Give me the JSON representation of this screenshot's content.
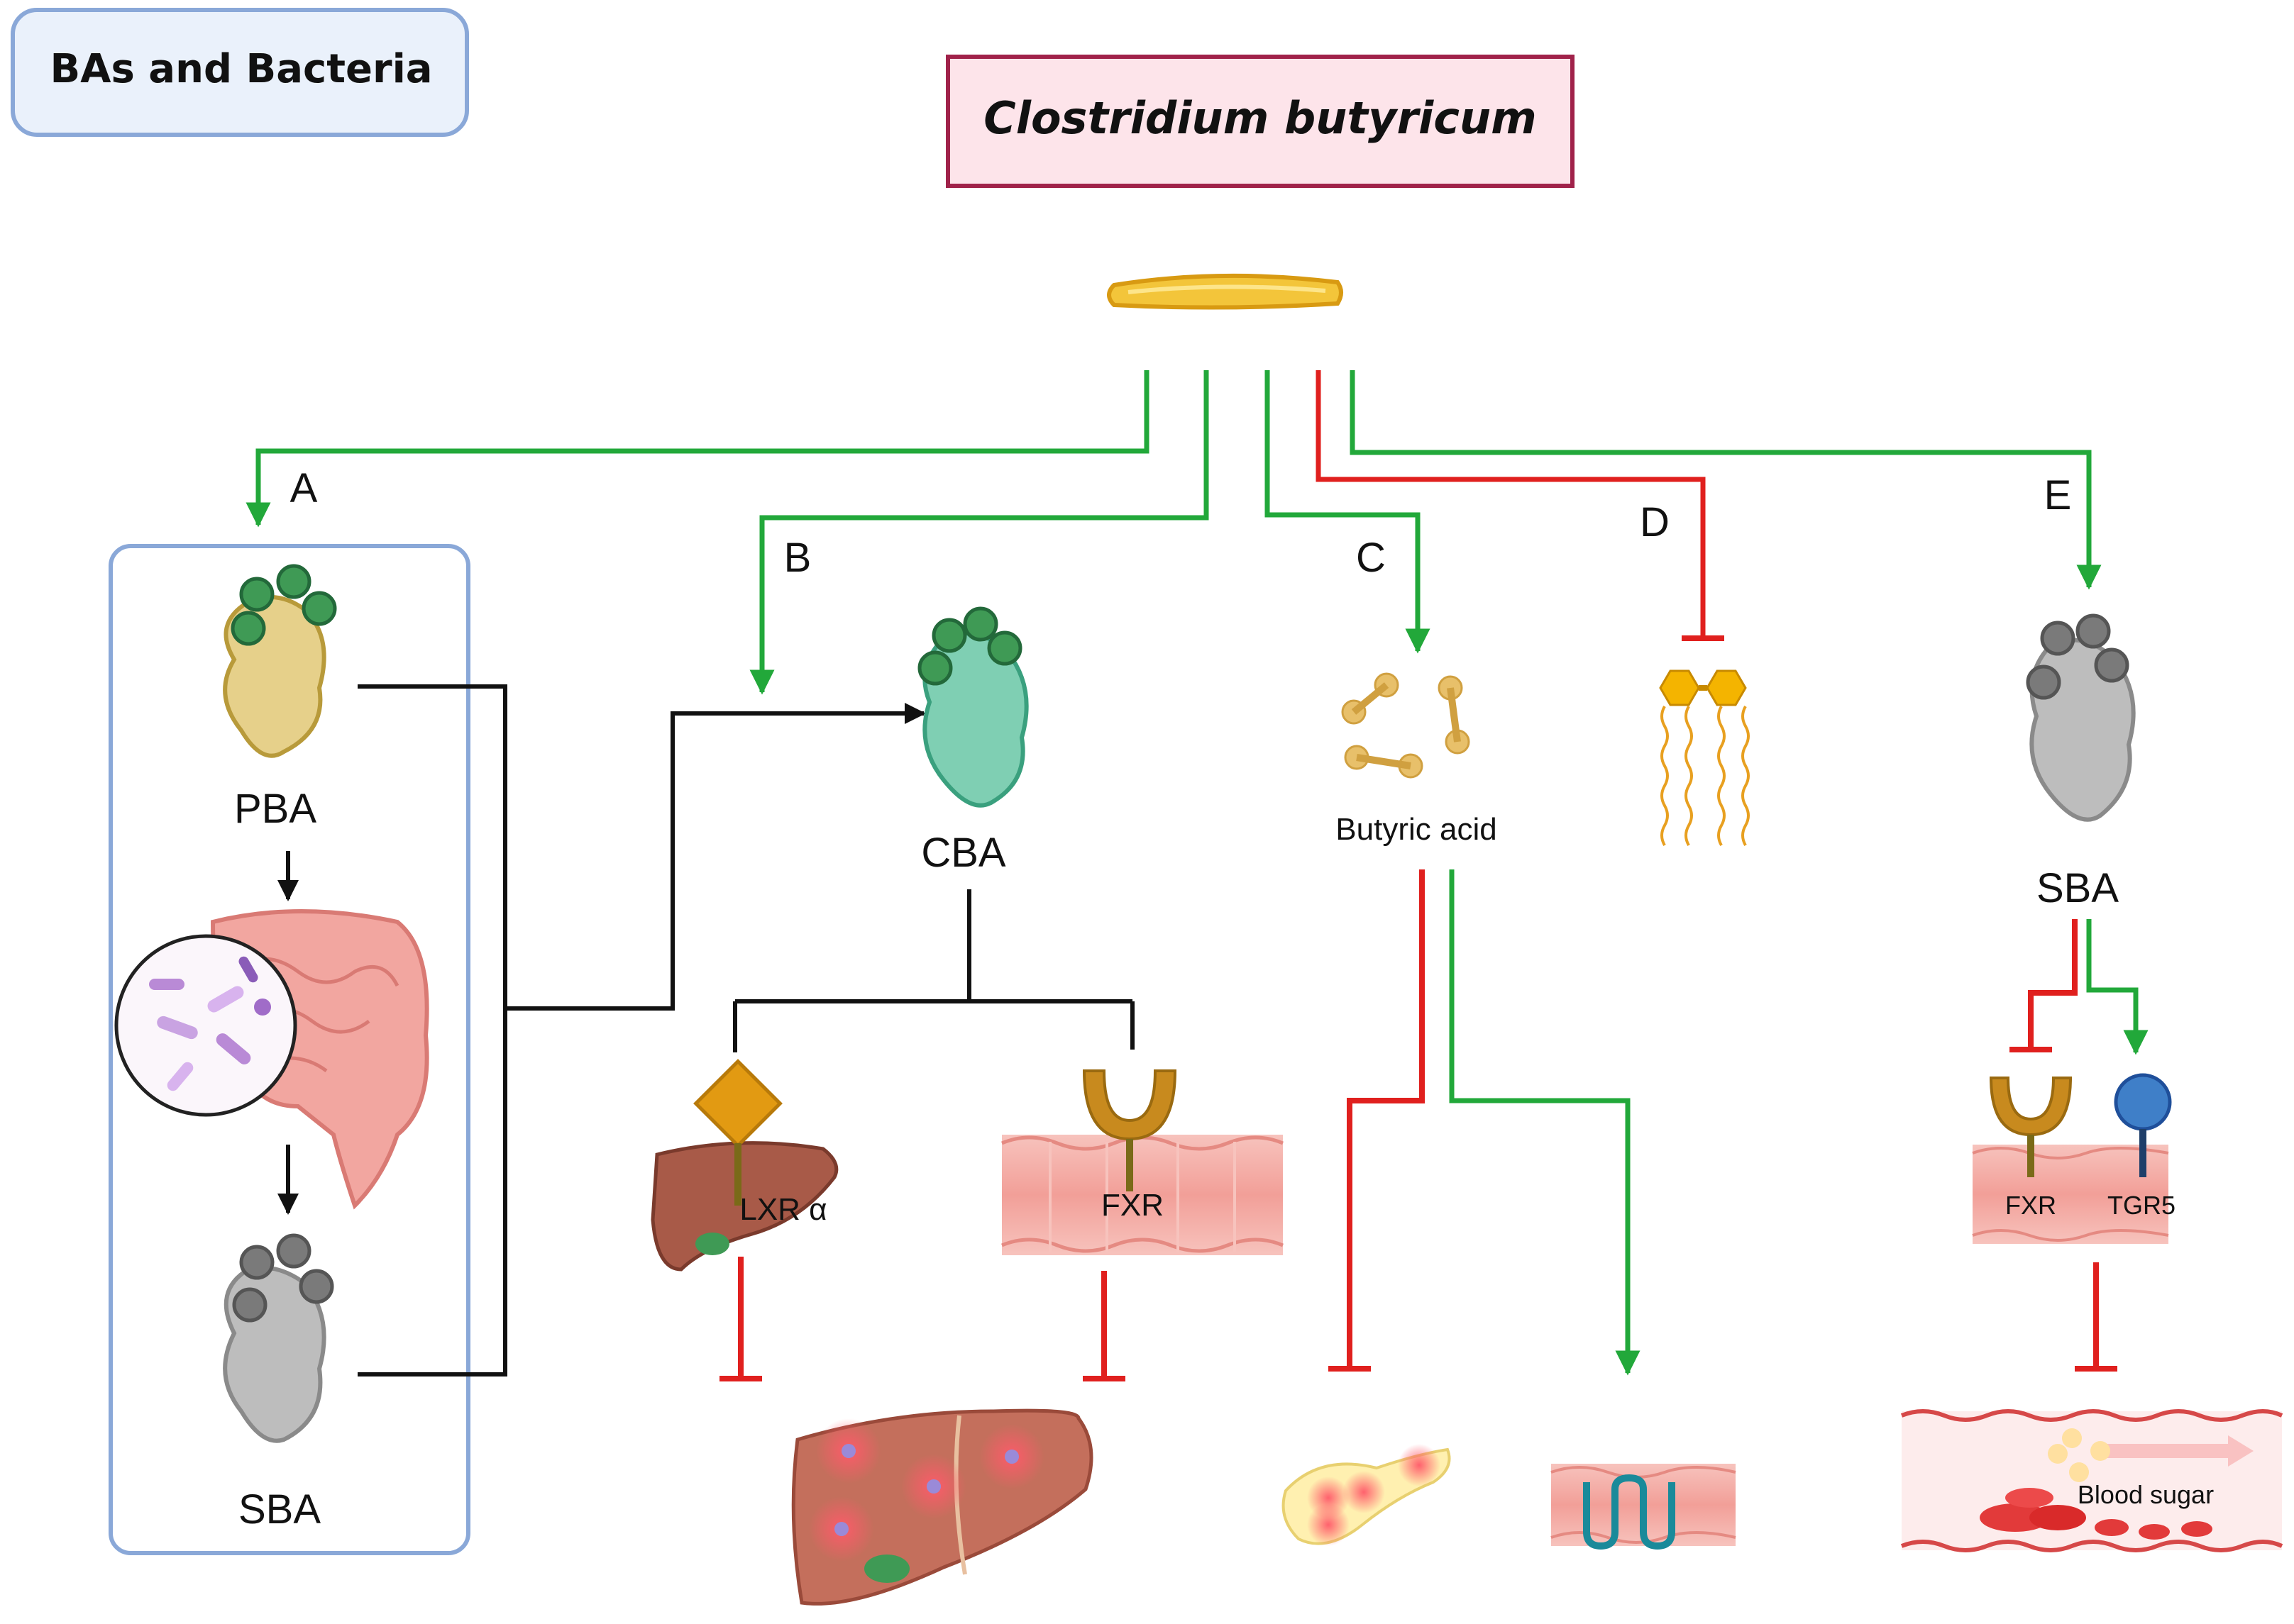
{
  "header": {
    "section_title": "BAs and Bacteria",
    "organism": "Clostridium butyricum"
  },
  "branches": {
    "a": "A",
    "b": "B",
    "c": "C",
    "d": "D",
    "e": "E"
  },
  "labels": {
    "pba": "PBA",
    "sba_left": "SBA",
    "cba": "CBA",
    "butyric_acid": "Butyric acid",
    "sba_right": "SBA",
    "lxr": "LXR α",
    "fxr_mid": "FXR",
    "fxr_right": "FXR",
    "tgr5": "TGR5",
    "blood_sugar": "Blood sugar"
  },
  "colors": {
    "activate": "#22a83a",
    "inhibit": "#e0201e",
    "connector": "#111111",
    "panel_border": "#8aa8d8",
    "header_fill": "#fde4ea",
    "header_border": "#a0224a",
    "pba": "#e6d08a",
    "cba": "#7fcfb3",
    "sba": "#bdbdbd",
    "bead_green": "#3f9a55",
    "bead_gray": "#7a7a7a",
    "liver": "#a85a48",
    "intestine": "#f2a6a0",
    "receptor": "#c88a1e",
    "tgr5": "#3f7fc8",
    "bacterium": "#f3c53a"
  }
}
